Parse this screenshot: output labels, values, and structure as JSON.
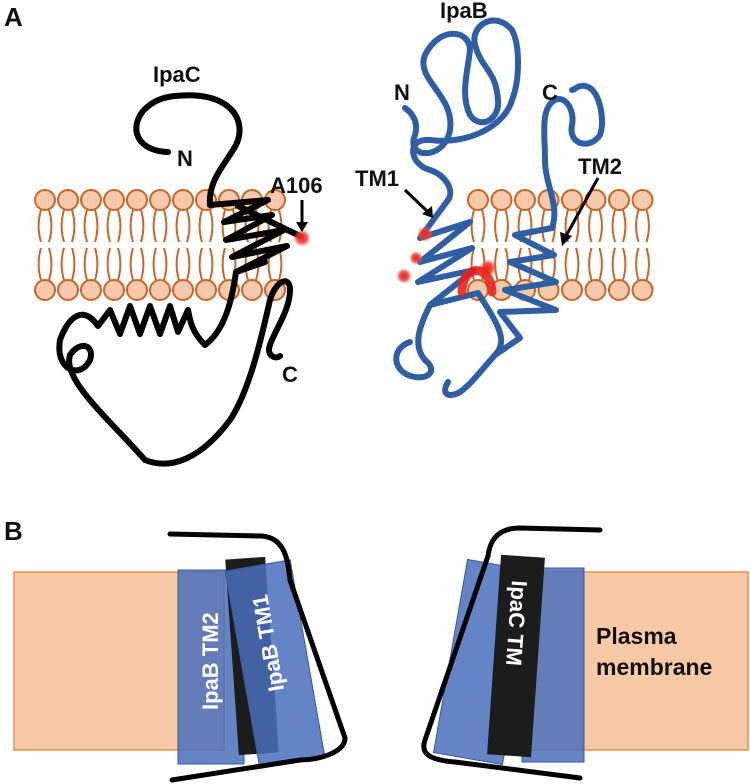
{
  "colors": {
    "ipac": "#000000",
    "ipab": "#2f5ea3",
    "lipid_head": "#f6c8ac",
    "lipid_line": "#c8662a",
    "membrane_fill": "#f7c9a6",
    "membrane_border": "#e8914e",
    "tm_blue": "#4a6fbb",
    "tm_black": "#1c1c1c",
    "highlight": "#e8231b"
  },
  "panel_a": {
    "letter": "A",
    "ipac": {
      "name": "IpaC",
      "n_term": "N",
      "c_term": "C",
      "residue": "A106"
    },
    "ipab": {
      "name": "IpaB",
      "n_term": "N",
      "c_term": "C",
      "tm1": "TM1",
      "tm2": "TM2"
    }
  },
  "panel_b": {
    "letter": "B",
    "ipab_tm2": "IpaB TM2",
    "ipab_tm1": "IpaB TM1",
    "ipac_tm": "IpaC TM",
    "membrane_line1": "Plasma",
    "membrane_line2": "membrane"
  }
}
